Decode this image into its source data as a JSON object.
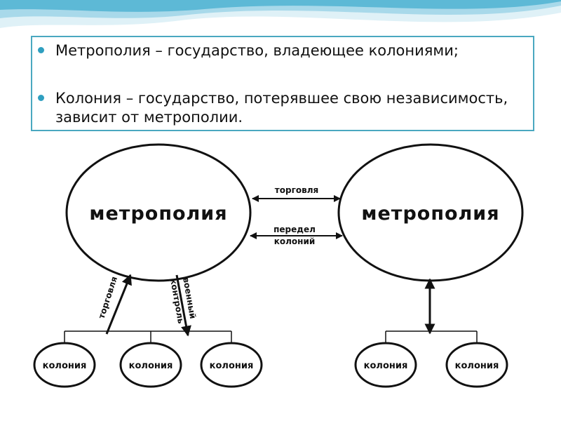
{
  "definitions": [
    {
      "text": "Метрополия – государство, владеющее колониями;"
    },
    {
      "text": "Колония – государство, потерявшее свою независимость, зависит от метрополии."
    }
  ],
  "diagram": {
    "metropolis_left": "метрополия",
    "metropolis_right": "метрополия",
    "trade_between": "торговля",
    "redivision_line1": "передел",
    "redivision_line2": "колоний",
    "trade_up": "торговля",
    "military_line1": "военный",
    "military_line2": "контроль",
    "colonies": [
      "колония",
      "колония",
      "колония",
      "колония",
      "колония"
    ]
  },
  "colors": {
    "accent": "#2f9fc0",
    "border": "#4aa8c0",
    "line": "#111111"
  }
}
